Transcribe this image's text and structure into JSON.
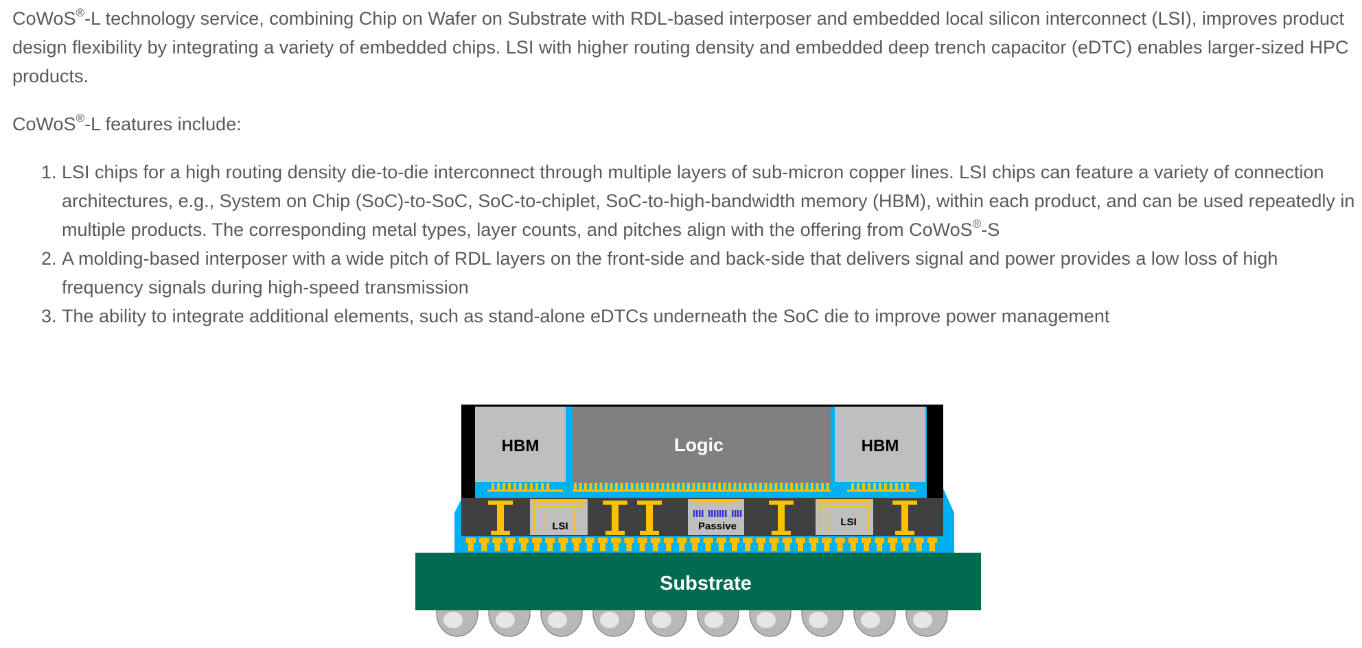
{
  "intro": {
    "brand": "CoWoS",
    "reg": "®",
    "text": "-L technology service, combining Chip on Wafer on Substrate with RDL-based interposer and embedded local silicon interconnect (LSI), improves product design flexibility by integrating a variety of embedded chips. LSI with higher routing density and embedded deep trench capacitor (eDTC) enables larger-sized HPC products."
  },
  "features_intro": {
    "brand": "CoWoS",
    "reg": "®",
    "text": "-L features include:"
  },
  "features": [
    {
      "text": "LSI chips for a high routing density die-to-die interconnect through multiple layers of sub-micron copper lines. LSI chips can feature a variety of connection architectures, e.g., System on Chip (SoC)-to-SoC, SoC-to-chiplet, SoC-to-high-bandwidth memory (HBM), within each product, and can be used repeatedly in multiple products. The corresponding metal types, layer counts, and pitches align with the offering from CoWoS",
      "reg": "®",
      "suffix": "-S"
    },
    {
      "text": "A molding-based interposer with a wide pitch of RDL layers on the front-side and back-side that delivers signal and power provides a low loss of high frequency signals during high-speed transmission"
    },
    {
      "text": "The ability to integrate additional elements, such as stand-alone eDTCs underneath the SoC die to improve power management"
    }
  ],
  "diagram": {
    "labels": {
      "hbm_left": "HBM",
      "logic": "Logic",
      "hbm_right": "HBM",
      "lsi_left": "LSI",
      "passive": "Passive",
      "lsi_right": "LSI",
      "substrate": "Substrate"
    },
    "colors": {
      "hbm": "#bfbfbf",
      "logic": "#808080",
      "underfill": "#00b0f0",
      "molding": "#404040",
      "copper": "#ffc000",
      "substrate": "#006b4f",
      "passive_cap": "#3333cc",
      "edge_mold": "#000000",
      "text_light": "#ffffff",
      "text_dark": "#000000"
    }
  }
}
